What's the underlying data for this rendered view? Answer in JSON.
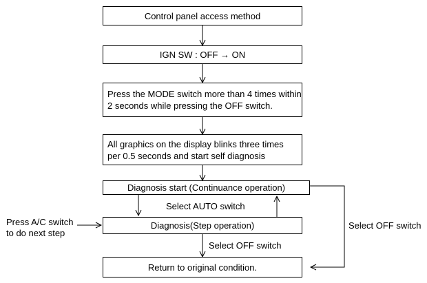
{
  "steps": [
    {
      "id": "access",
      "text": "Control panel access method"
    },
    {
      "id": "ign",
      "text": "IGN SW : OFF → ON"
    },
    {
      "id": "press",
      "lines": [
        "Press the MODE switch more than 4 times within",
        "2 seconds while pressing the OFF switch."
      ]
    },
    {
      "id": "graphics",
      "lines": [
        "All graphics on the display blinks three times",
        "per 0.5 seconds and start self diagnosis"
      ]
    },
    {
      "id": "diag_start",
      "text": "Diagnosis start (Continuance operation)"
    },
    {
      "id": "diag_step",
      "text": "Diagnosis(Step operation)"
    },
    {
      "id": "return",
      "text": "Return to original condition."
    }
  ],
  "labels": {
    "select_auto": "Select AUTO switch",
    "select_off_middle": "Select OFF switch",
    "select_off_right": "Select OFF switch",
    "press_ac_line1": "Press A/C switch",
    "press_ac_line2": "to do next step"
  }
}
